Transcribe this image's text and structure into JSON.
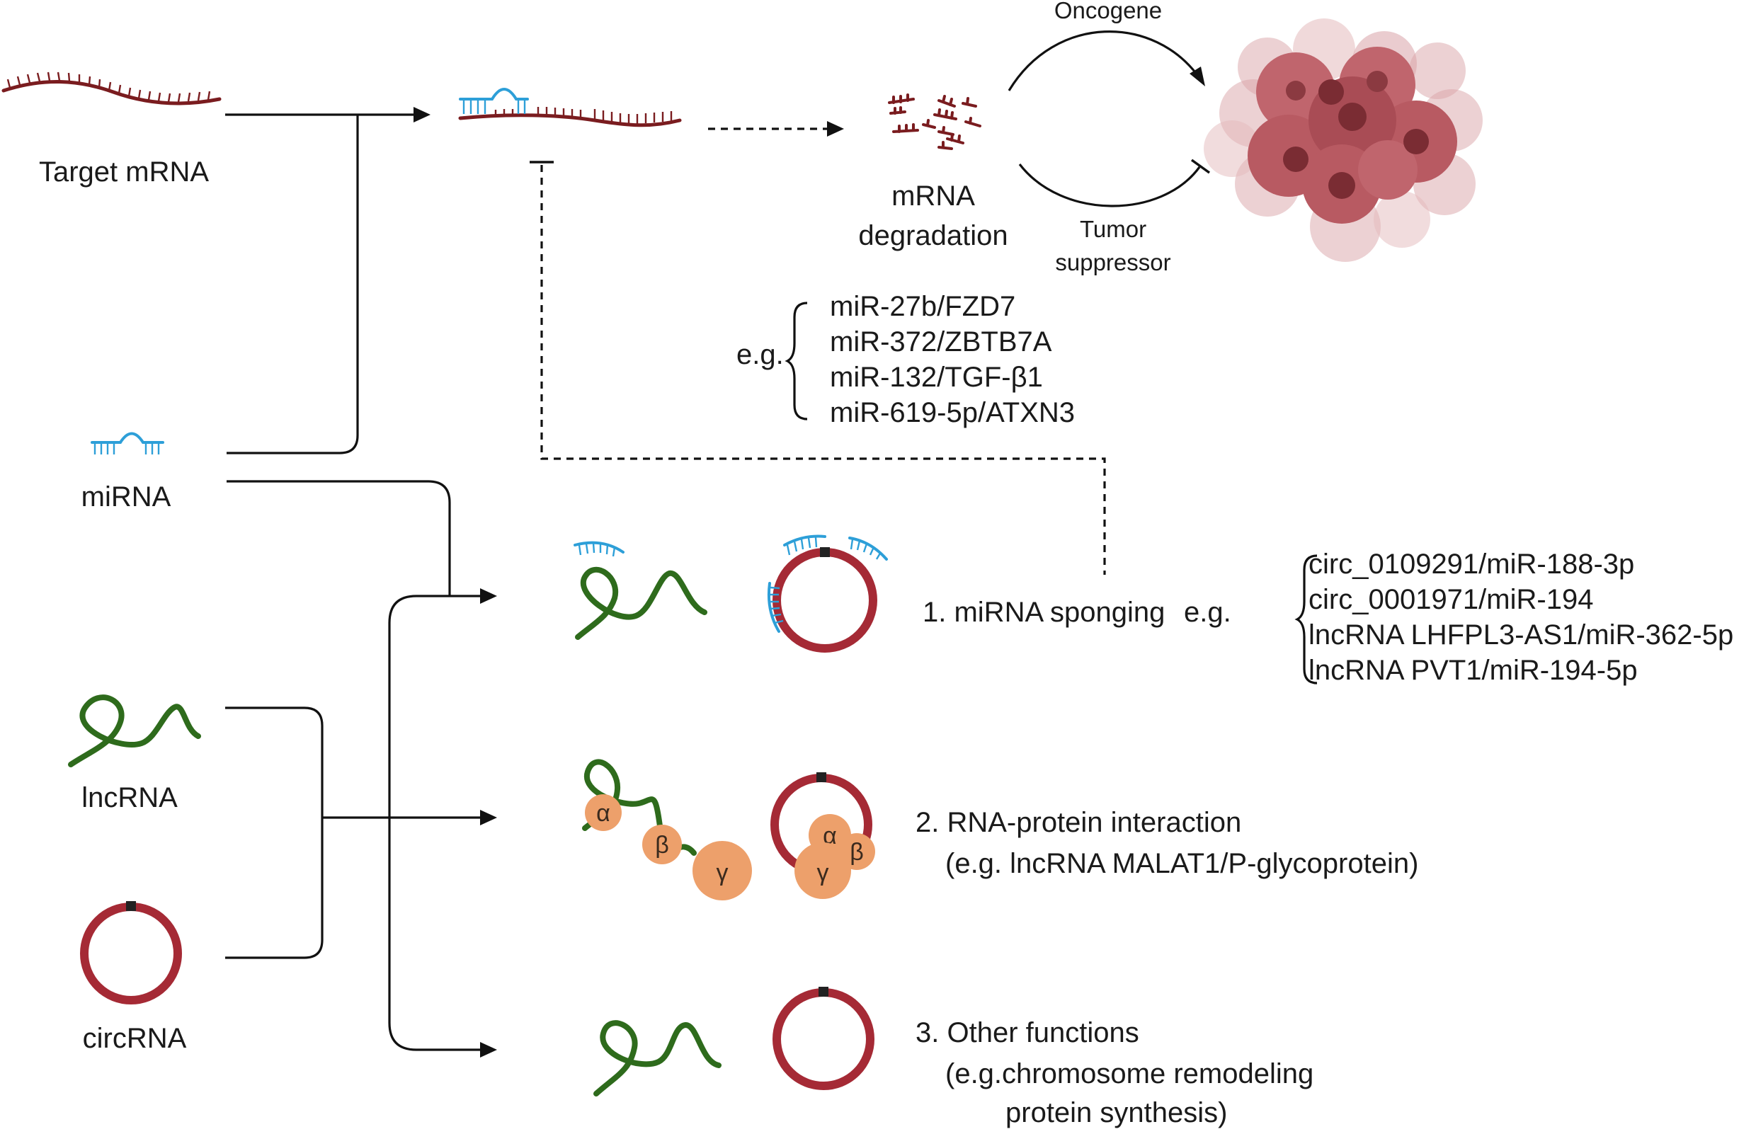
{
  "labels": {
    "target_mrna": "Target mRNA",
    "mirna": "miRNA",
    "lncrna": "lncRNA",
    "circrna": "circRNA",
    "mrna_degradation_line1": "mRNA",
    "mrna_degradation_line2": "degradation",
    "oncogene": "Oncogene",
    "tumor_suppressor_line1": "Tumor",
    "tumor_suppressor_line2": "suppressor"
  },
  "mirna_targets": {
    "prefix": "e.g.",
    "items": [
      "miR-27b/FZD7",
      "miR-372/ZBTB7A",
      "miR-132/TGF-β1",
      "miR-619-5p/ATXN3"
    ]
  },
  "functions": {
    "sponging": {
      "title": "1. miRNA sponging",
      "prefix": "e.g.",
      "examples": [
        "circ_0109291/miR-188-3p",
        "circ_0001971/miR-194",
        "lncRNA LHFPL3-AS1/miR-362-5p",
        "lncRNA PVT1/miR-194-5p"
      ]
    },
    "protein": {
      "title": "2. RNA-protein interaction",
      "example": "(e.g. lncRNA MALAT1/P-glycoprotein)",
      "proteins": [
        "α",
        "β",
        "γ"
      ]
    },
    "other": {
      "title": "3. Other functions",
      "example_line1": "(e.g.chromosome remodeling",
      "example_line2": "protein synthesis)"
    }
  },
  "colors": {
    "mrna": "#7a1c1f",
    "mirna": "#2d9fd8",
    "lncrna": "#2e6b1c",
    "circrna": "#a52a35",
    "protein": "#eda06b",
    "tumor": "#b85a62"
  }
}
